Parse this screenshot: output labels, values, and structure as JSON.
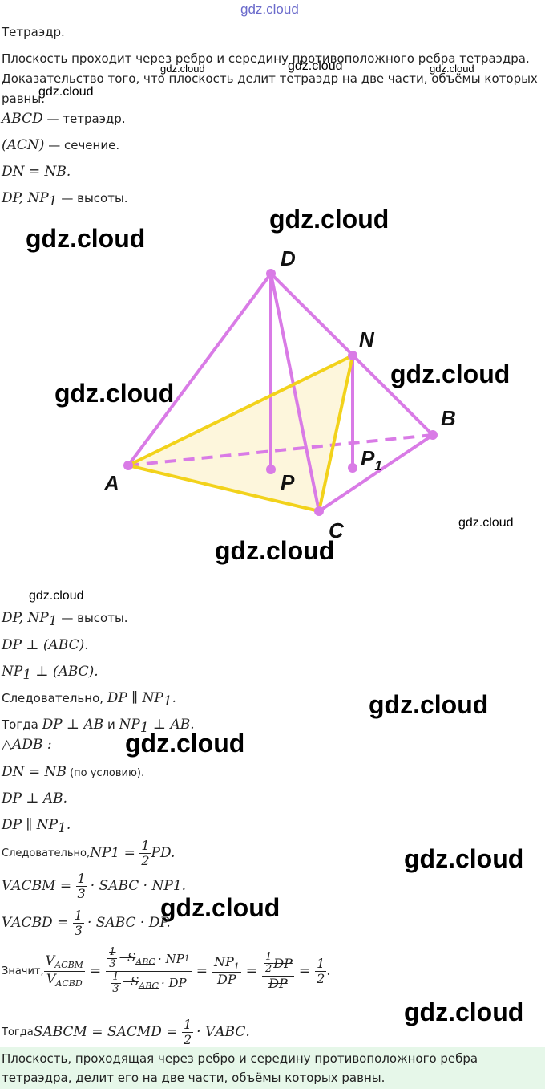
{
  "watermark": "gdz.cloud",
  "intro": {
    "title": "Тетраэдр.",
    "task_line1": "Плоскость проходит через ребро и середину противоположного ребра тетраэдра.",
    "task_line2": "Доказательство того, что плоскость делит тетраэдр на две части, объёмы которых",
    "task_line3": "равны."
  },
  "given": {
    "tetra": "ABCD",
    "tetra_text": " — тетраэдр.",
    "section": "(ACN)",
    "section_text": " — сечение.",
    "eq": "DN = NB.",
    "heights": "DP,  NP",
    "heights_text": " — высоты."
  },
  "figure": {
    "labels": {
      "A": "A",
      "B": "B",
      "C": "C",
      "D": "D",
      "N": "N",
      "P": "P",
      "P1": "P"
    },
    "colors": {
      "edge": "#d97be6",
      "section": "#f2d21b",
      "fill": "#fdf6dc",
      "dash": "#d97be6"
    }
  },
  "proof": {
    "l1": "DP,  NP",
    "l1_text": " — высоты.",
    "l2": "DP ⊥ (ABC).",
    "l3a": "NP",
    "l3b": " ⊥ (ABC).",
    "l4_text": "Следовательно, ",
    "l4a": "DP ∥ NP",
    "l4b": ".",
    "l5_text": "Тогда ",
    "l5a": "DP ⊥ AB",
    "l5_and": " и ",
    "l5b": "NP",
    "l5c": " ⊥ AB.",
    "l6": "△ADB :",
    "l7": "DN = NB",
    "l7_text": " (по условию).",
    "l8": "DP ⊥ AB.",
    "l9a": "DP ∥ NP",
    "l9b": ".",
    "l10_text": "Следовательно, ",
    "l10a": "NP",
    "l10b": " = ",
    "l10c": "PD.",
    "half_num": "1",
    "half_den": "2",
    "third_num": "1",
    "third_den": "3",
    "v1": "V",
    "v1sub": "ACBM",
    "v1rest": " = ",
    "v1tail": "· S",
    "v1s": "ABC",
    "v1end": " · NP",
    "v1dot": ".",
    "v2": "V",
    "v2sub": "ACBD",
    "v2rest": " = ",
    "v2tail": "· S",
    "v2s": "ABC",
    "v2end": " · DP.",
    "hence": "Значит, ",
    "big_num_a": "V",
    "big_num_sub": "ACBM",
    "big_den_a": "V",
    "big_den_sub": "ACBD",
    "r_num": "NP",
    "r_den": "DP",
    "r2_num": "DP",
    "r2_den": "DP",
    "s_abc": "S",
    "s_abc_sub": "ABC",
    "np1": "· NP",
    "dp": "· DP",
    "result_num": "1",
    "result_den": "2",
    "final_text": "Тогда ",
    "final_a": "S",
    "final_a_sub": "ABCM",
    "final_eq": " = ",
    "final_b": "S",
    "final_b_sub": "ACMD",
    "final_eq2": " = ",
    "final_tail": "· V",
    "final_tail_sub": "ABC",
    "final_dot": "."
  },
  "answer": "Плоскость, проходящая через ребро и середину противоположного ребра тетраэдра, делит его на две части, объёмы которых равны."
}
